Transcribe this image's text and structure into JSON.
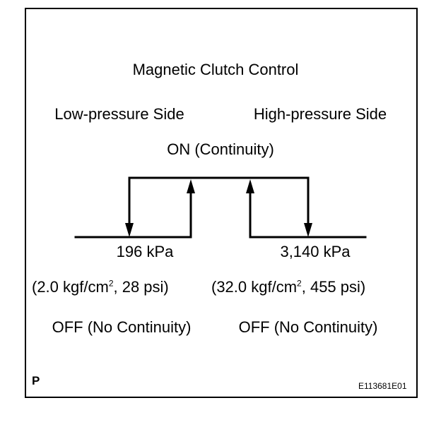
{
  "title": "Magnetic Clutch Control",
  "low_side_label": "Low-pressure Side",
  "high_side_label": "High-pressure Side",
  "on_label": "ON (Continuity)",
  "low_pressure": {
    "kpa": "196 kPa",
    "alt_prefix": "(2.0 kgf/cm",
    "alt_sup": "2",
    "alt_suffix": ", 28 psi)"
  },
  "high_pressure": {
    "kpa": "3,140 kPa",
    "alt_prefix": "(32.0 kgf/cm",
    "alt_sup": "2",
    "alt_suffix": ", 455 psi)"
  },
  "off_left": "OFF (No Continuity)",
  "off_right": "OFF (No Continuity)",
  "corner_mark": "P",
  "figure_code": "E113681E01",
  "colors": {
    "line": "#000000",
    "background": "#ffffff"
  }
}
